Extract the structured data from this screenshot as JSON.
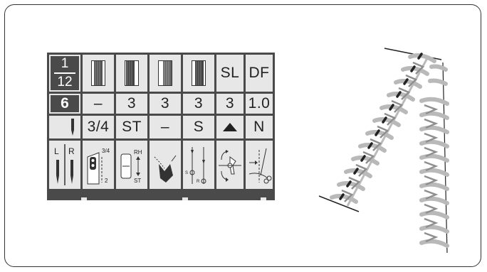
{
  "settings_table": {
    "row1": {
      "stitch_fraction_numerator": "1",
      "stitch_fraction_denominator": "12",
      "sl": "SL",
      "df": "DF"
    },
    "row2": {
      "stitch_number": "6",
      "values": [
        "–",
        "3",
        "3",
        "3",
        "3",
        "1.0"
      ]
    },
    "row3": {
      "values": [
        "3/4",
        "ST",
        "–",
        "S",
        "N"
      ]
    },
    "row4": {
      "needle_left": "L",
      "needle_right": "R",
      "plate_label_top": "3/4",
      "plate_label_bottom": "2",
      "lever_top": "RH",
      "lever_bottom": "ST",
      "foot_left": "S",
      "foot_right": "R"
    }
  }
}
